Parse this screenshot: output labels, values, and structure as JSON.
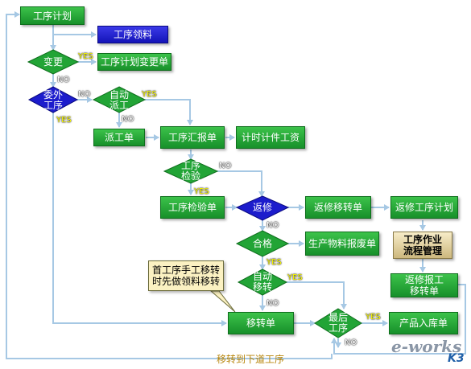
{
  "nodes": {
    "process_plan": "工序计划",
    "process_material_picking": "工序领料",
    "change": "变更",
    "plan_change_order": "工序计划变更单",
    "outsourced_process": "委外工序",
    "auto_dispatch": "自动派工",
    "dispatch_order": "派工单",
    "process_report": "工序汇报单",
    "piecework_wage": "计时计件工资",
    "process_inspection": "工序检验",
    "inspection_order": "工序检验单",
    "rework": "返修",
    "rework_transfer_order": "返修移转单",
    "rework_process_plan": "返修工序计划",
    "pass": "合格",
    "material_scrap_order": "生产物料报废单",
    "operation_flow_mgmt": "工序作业流程管理",
    "auto_transfer": "自动移转",
    "rework_report_transfer": "返修报工移转单",
    "manual_transfer_note": "首工序手工移转时先做领料移转",
    "transfer_order": "移转单",
    "last_process": "最后工序",
    "product_warehousing": "产品入库单"
  },
  "branch_labels": {
    "yes": "YES",
    "no": "NO"
  },
  "footer_text": "移转到下道工序",
  "watermark": "e-works",
  "watermark_suffix": "K3",
  "colors": {
    "green_node": "#1f9f31",
    "blue_node": "#1c1ccc",
    "connector": "#a6c8e4",
    "note_fill": "#fbf1c2"
  }
}
